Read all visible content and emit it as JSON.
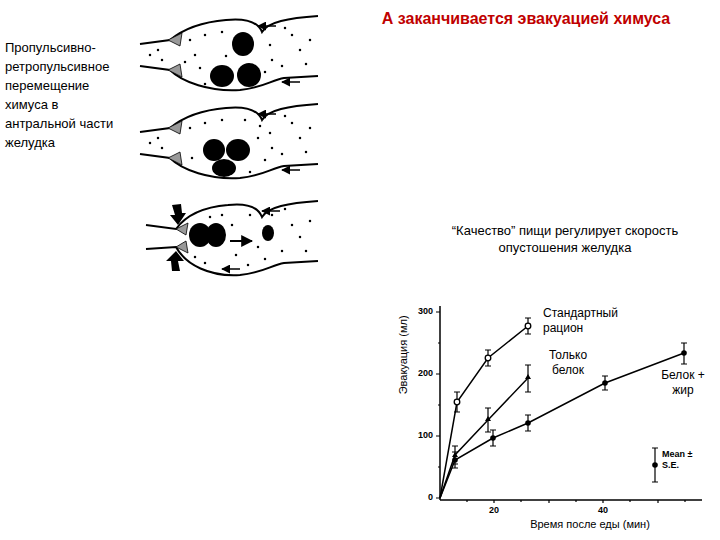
{
  "diagram": {
    "title": "А заканчивается эвакуацией химуса",
    "labels": [
      "Пропульсивно-ретропульсивное перемещение химуса в антральной части желудка",
      "“Качество” пищи регулирует скорость опустошения желудка",
      "Стандартный рацион",
      "Только белок",
      "Белок + жир",
      "Эвакуация (мл)",
      "300",
      "200",
      "100",
      "0",
      "20",
      "40",
      "Время после еды (мин)",
      "Mean ± S.E."
    ]
  }
}
